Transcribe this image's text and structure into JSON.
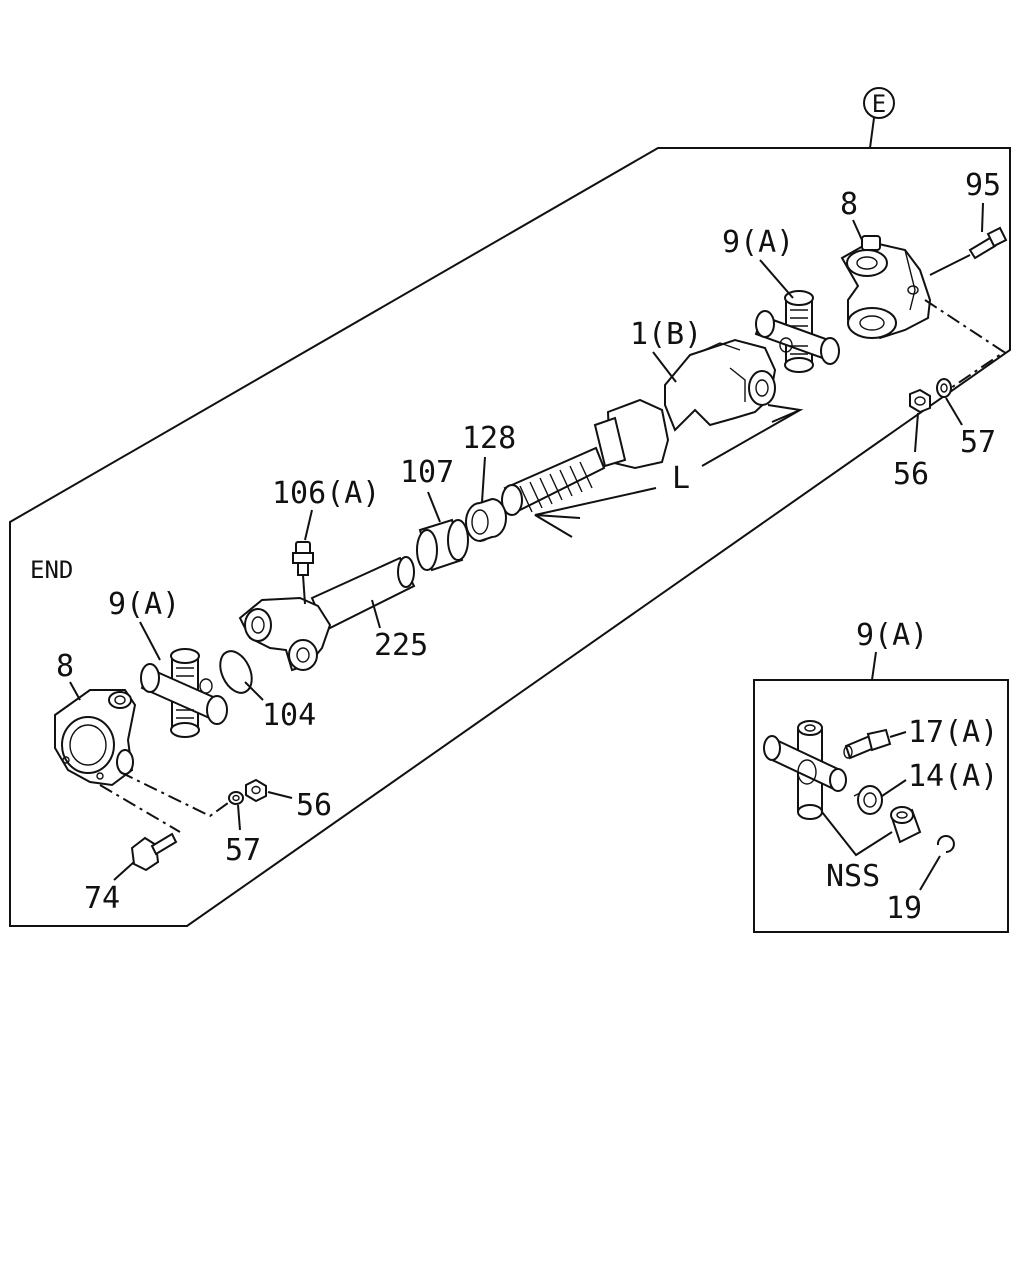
{
  "labels": {
    "section_ref": "E",
    "end": "END",
    "l_dimension": "L",
    "p95": "95",
    "p8_right": "8",
    "p9a_right": "9(A)",
    "p1b": "1(B)",
    "p56_right": "56",
    "p57_right": "57",
    "p128": "128",
    "p107": "107",
    "p106a": "106(A)",
    "p225": "225",
    "p104": "104",
    "p9a_left": "9(A)",
    "p8_left": "8",
    "p56_left": "56",
    "p57_left": "57",
    "p74": "74",
    "inset_title": "9(A)",
    "p17a": "17(A)",
    "p14a": "14(A)",
    "nss": "NSS",
    "p19": "19"
  }
}
